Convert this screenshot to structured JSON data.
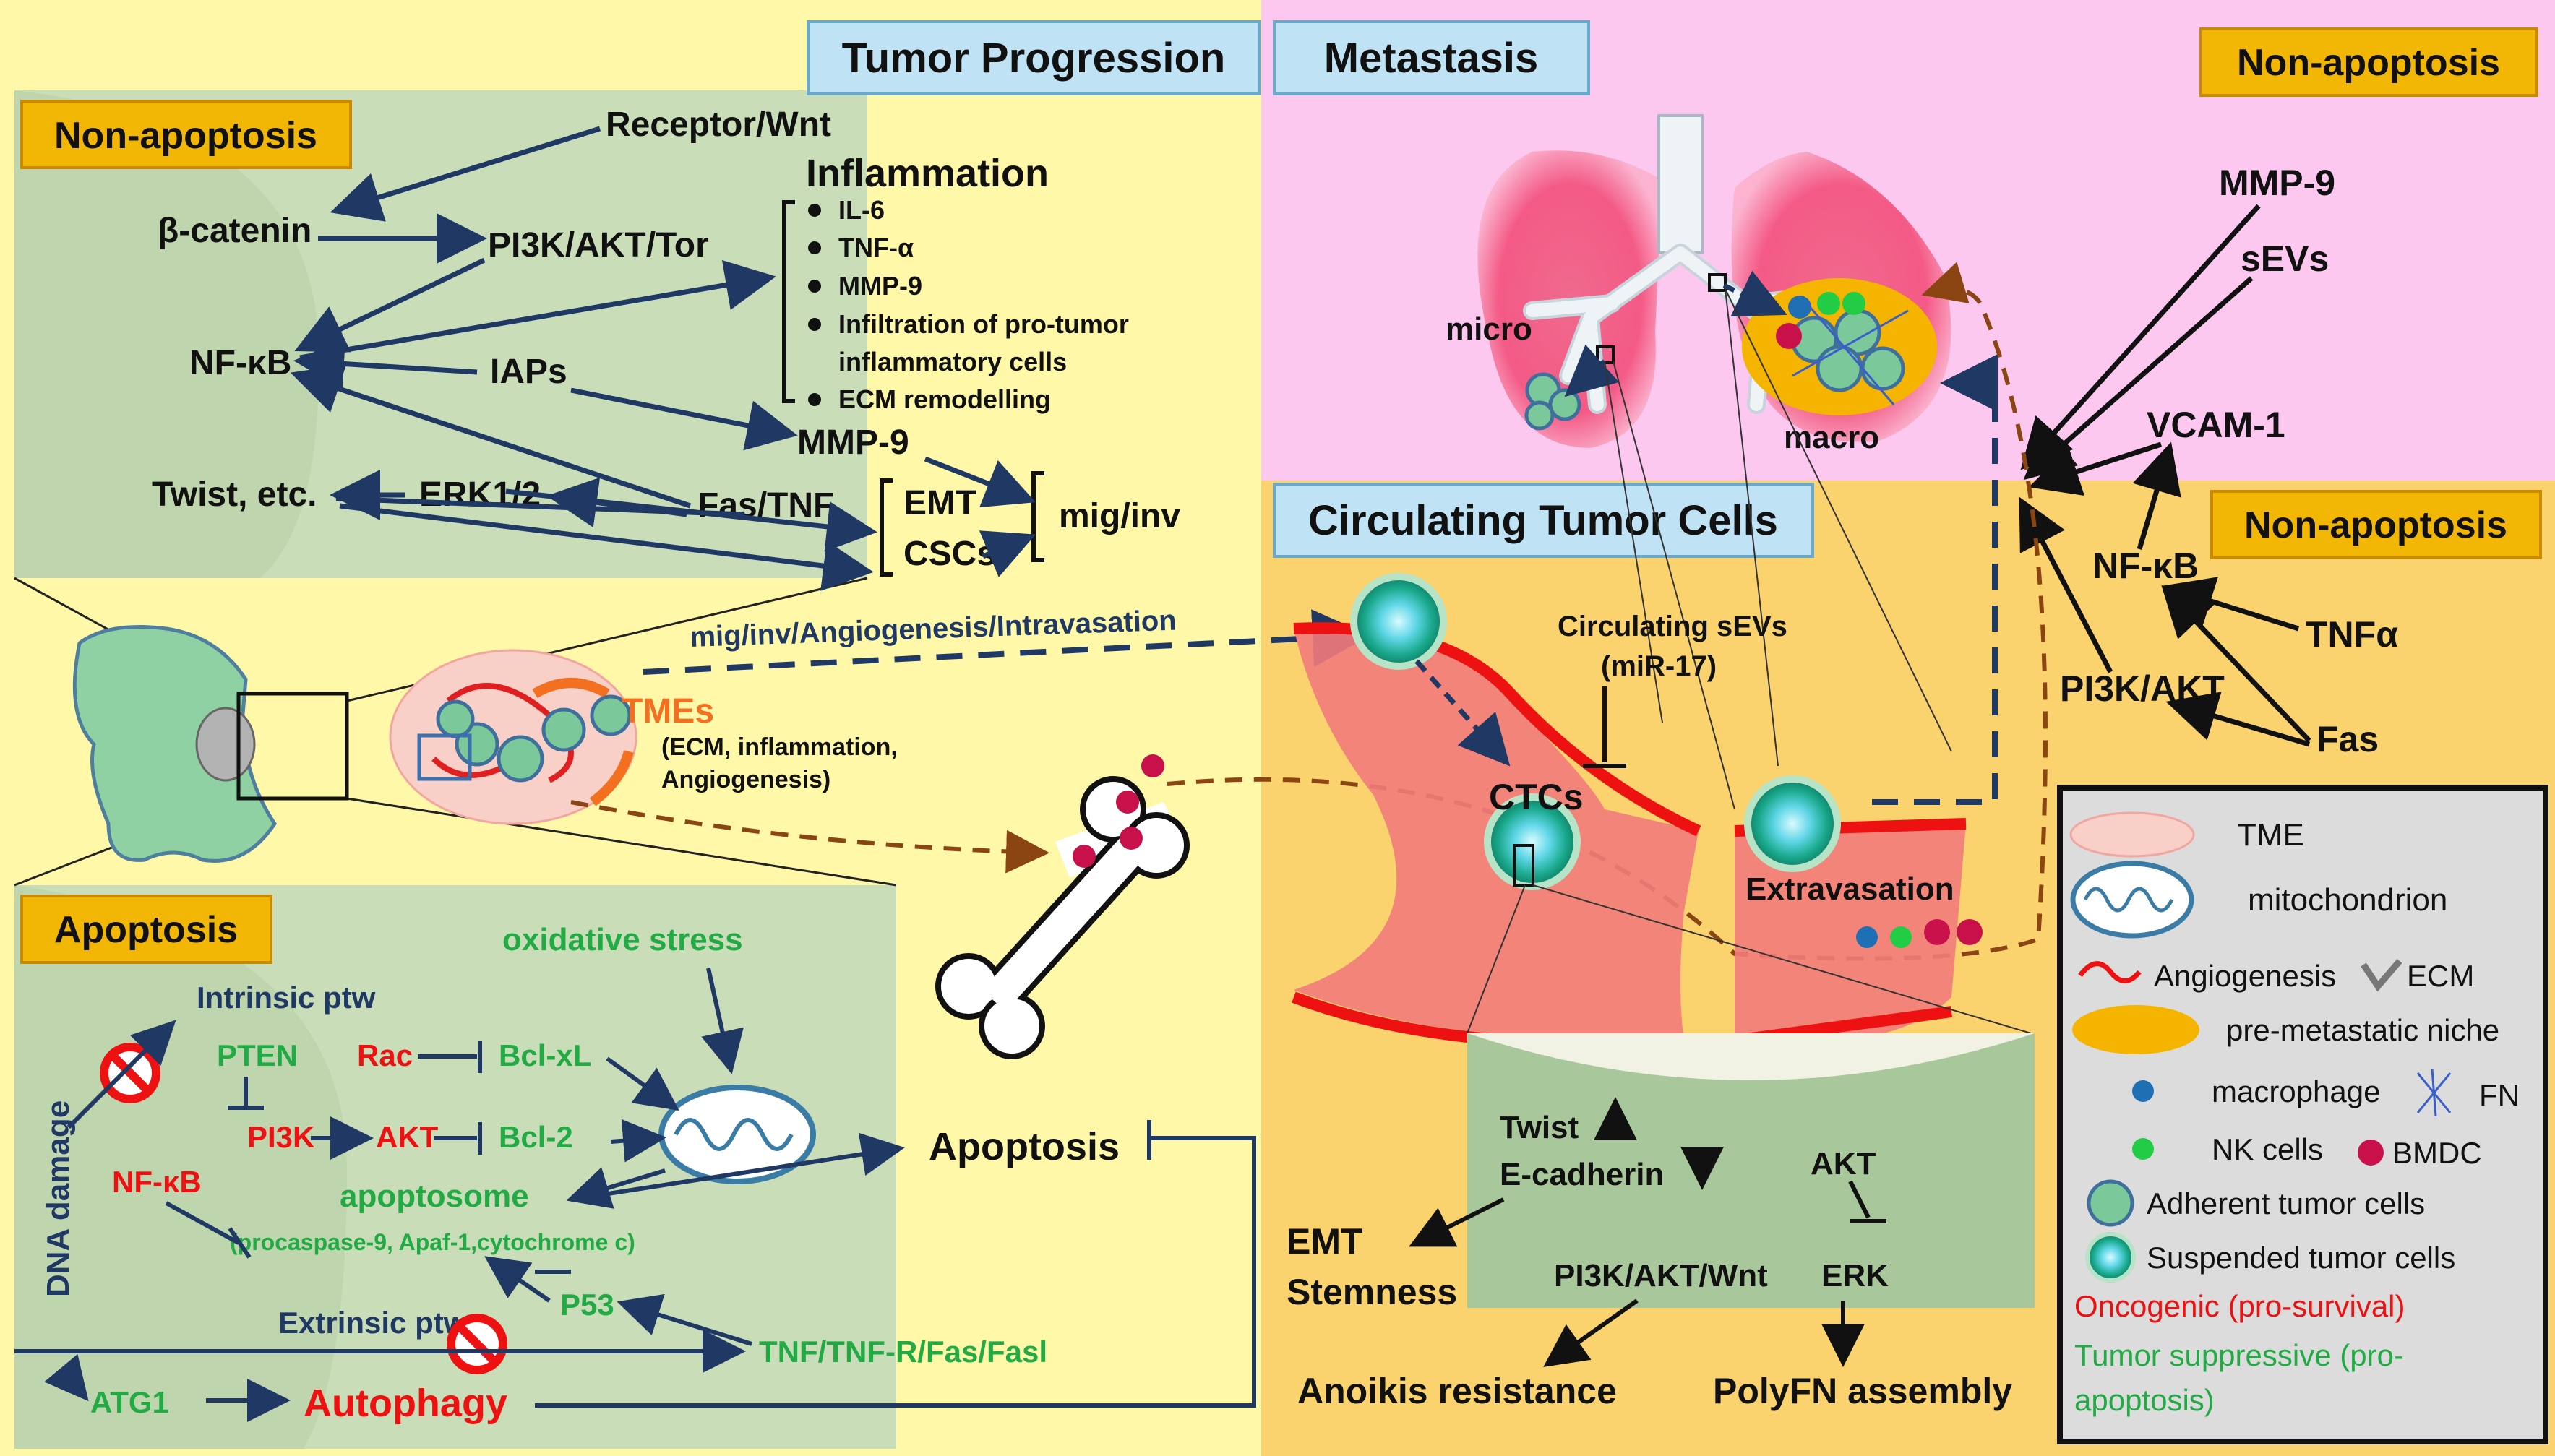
{
  "headers": {
    "tumor_progression": "Tumor Progression",
    "metastasis": "Metastasis",
    "non_apoptosis_1": "Non-apoptosis",
    "non_apoptosis_2": "Non-apoptosis",
    "non_apoptosis_3": "Non-apoptosis",
    "ctc_title": "Circulating Tumor Cells",
    "apoptosis_badge": "Apoptosis"
  },
  "survival_panel": {
    "receptor_wnt": "Receptor/Wnt",
    "beta_catenin": "β-catenin",
    "pi3k_akt_tor": "PI3K/AKT/Tor",
    "nfkb": "NF-κB",
    "iaps": "IAPs",
    "mmp9": "MMP-9",
    "twist": "Twist, etc.",
    "erk12": "ERK1/2",
    "fas_tnf": "Fas/TNF",
    "emt": "EMT",
    "cscs": "CSCs",
    "mig_inv": "mig/inv",
    "inflammation_title": "Inflammation",
    "inflammation_items": [
      "IL-6",
      "TNF-α",
      "MMP-9",
      "Infiltration of pro-tumor",
      "inflammatory cells",
      "ECM remodelling"
    ]
  },
  "tumor_area": {
    "arrow_label": "mig/inv/Angiogenesis/Intravasation",
    "tmes": "TMEs",
    "tmes_sub1": "(ECM, inflammation,",
    "tmes_sub2": "Angiogenesis)"
  },
  "apoptosis_panel": {
    "oxidative_stress": "oxidative stress",
    "intrinsic": "Intrinsic ptw",
    "pten": "PTEN",
    "rac": "Rac",
    "bclxl": "Bcl-xL",
    "pi3k": "PI3K",
    "akt": "AKT",
    "bcl2": "Bcl-2",
    "nfkb": "NF-κB",
    "apoptosome": "apoptosome",
    "apoptosome_sub": "(procaspase-9, Apaf-1,cytochrome c)",
    "p53": "P53",
    "extrinsic": "Extrinsic ptw",
    "tnf": "TNF/TNF-R/Fas/Fasl",
    "atg1": "ATG1",
    "autophagy": "Autophagy",
    "dna_damage": "DNA damage",
    "apoptosis_center": "Apoptosis"
  },
  "lung": {
    "micro": "micro",
    "macro": "macro"
  },
  "right_panel": {
    "mmp9": "MMP-9",
    "sevs": "sEVs",
    "vcam1": "VCAM-1",
    "nfkb": "NF-κB",
    "tnfa": "TNFα",
    "pi3k_akt": "PI3K/AKT",
    "fas": "Fas"
  },
  "ctc_area": {
    "circ_sevs1": "Circulating sEVs",
    "circ_sevs2": "(miR-17)",
    "ctcs": "CTCs",
    "extravasation": "Extravasation"
  },
  "bottom_panel": {
    "twist": "Twist",
    "ecad": "E-cadherin",
    "akt": "AKT",
    "pi3k_akt_wnt": "PI3K/AKT/Wnt",
    "erk": "ERK",
    "emt": "EMT",
    "stemness": "Stemness",
    "anoikis": "Anoikis resistance",
    "polyfn": "PolyFN assembly"
  },
  "legend": {
    "tme": "TME",
    "mito": "mitochondrion",
    "angio": "Angiogenesis",
    "ecm": "ECM",
    "niche": "pre-metastatic niche",
    "macrophage": "macrophage",
    "fn": "FN",
    "nk": "NK cells",
    "bmdc": "BMDC",
    "adherent": "Adherent tumor cells",
    "suspended": "Suspended tumor cells",
    "oncogenic": "Oncogenic (pro-survival)",
    "suppressive1": "Tumor suppressive (pro-",
    "suppressive2": "apoptosis)"
  },
  "colors": {
    "yellow_bg": "#FFF8A8",
    "green_panel": "#C9DDB8",
    "pink_bg": "#FCC8F0",
    "orange_bg": "#FAD36F",
    "navy": "#1F3864",
    "red_text": "#EE1111",
    "green_text": "#22AA44",
    "badge": "#F2B705"
  }
}
